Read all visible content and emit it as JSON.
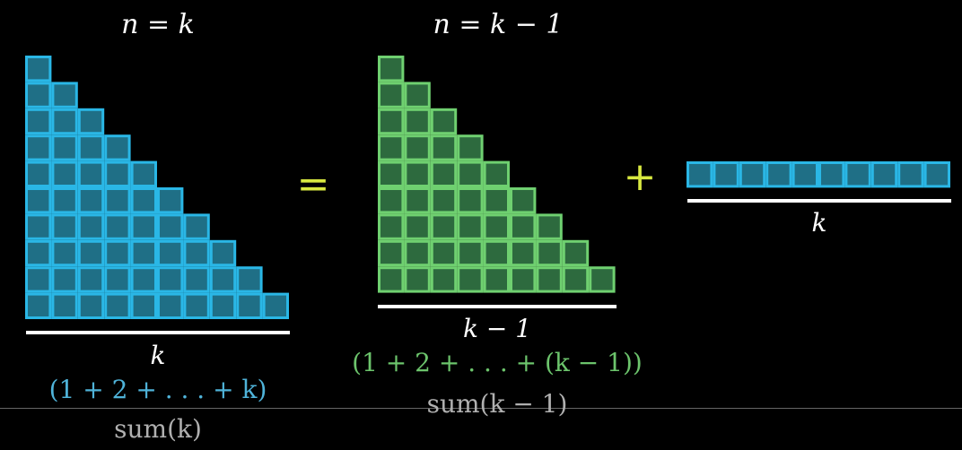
{
  "left": {
    "title": "n = k",
    "base_label": "k",
    "sum_expr": "(1 + 2 + . . . + k)",
    "sum_name": "sum(k)",
    "rows": 10,
    "fill_color": "#1f6f86",
    "stroke_color": "#2ab7e6"
  },
  "middle": {
    "title": "n = k − 1",
    "base_label": "k − 1",
    "sum_expr": "(1 + 2 + . . . + (k − 1))",
    "sum_name": "sum(k − 1)",
    "rows": 9,
    "fill_color": "#2d6a3e",
    "stroke_color": "#6fd070"
  },
  "right": {
    "base_label": "k",
    "cells": 10,
    "fill_color": "#1f6f86",
    "stroke_color": "#2ab7e6"
  },
  "operators": {
    "equals": "=",
    "plus": "+"
  },
  "colors": {
    "background": "#000000",
    "white": "#ffffff",
    "operator": "#d8e840",
    "blue_text": "#4fb3d9",
    "green_text": "#6cc46c",
    "gray_text": "#b0b0b0",
    "divider": "#666666"
  }
}
